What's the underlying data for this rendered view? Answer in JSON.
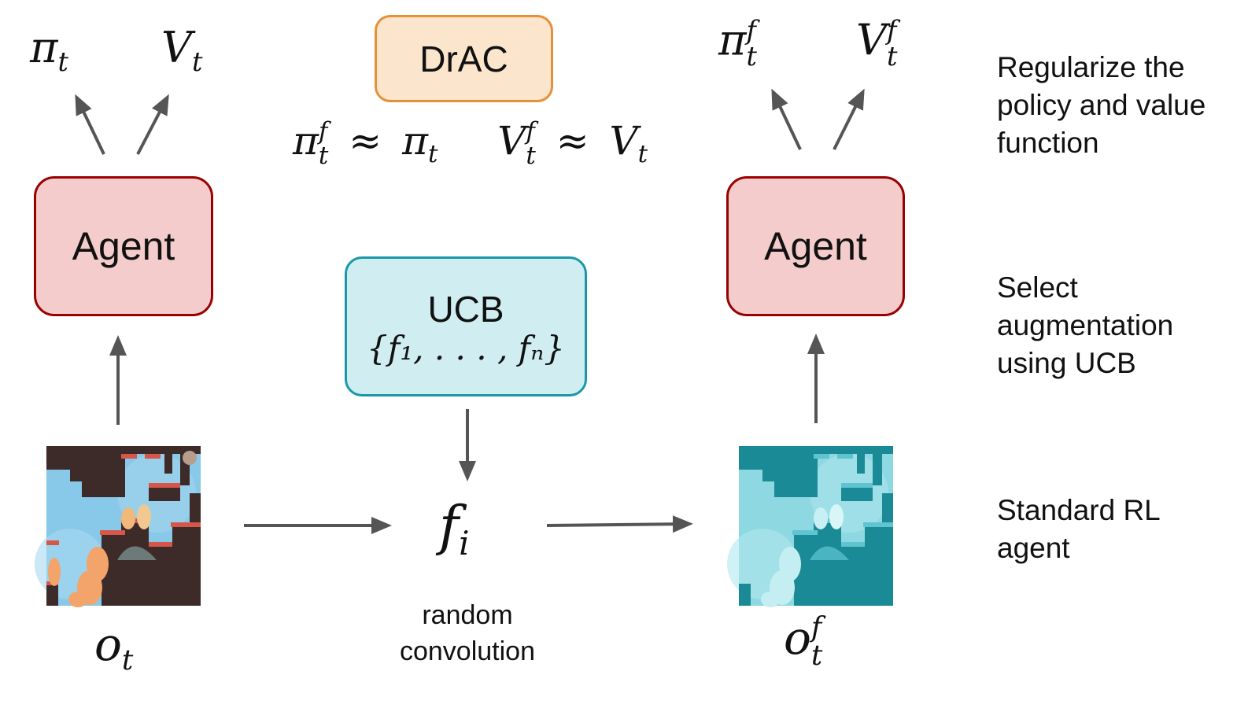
{
  "top_box": {
    "label": "DrAC"
  },
  "left_agent": {
    "label": "Agent",
    "pi": "π",
    "v": "V",
    "t": "t"
  },
  "right_agent": {
    "label": "Agent",
    "pi": "π",
    "v": "V",
    "t": "t",
    "f": "f"
  },
  "regularization": {
    "pi": "π",
    "v": "V",
    "t": "t",
    "f": "f",
    "approx": "≈"
  },
  "ucb_box": {
    "title": "UCB",
    "set": "{f₁, . . . , fₙ}"
  },
  "transform": {
    "f": "f",
    "i": "i",
    "caption_line1": "random",
    "caption_line2": "convolution"
  },
  "observations": {
    "left": "o",
    "right": "o",
    "t": "t",
    "f": "f"
  },
  "side_labels": {
    "regularize": [
      "Regularize the",
      "policy and value",
      "function"
    ],
    "select": [
      "Select",
      "augmentation",
      "using UCB"
    ],
    "standard": [
      "Standard RL",
      "agent"
    ]
  },
  "colors": {
    "agent_fill": "#f4cccc",
    "agent_border": "#990000",
    "drac_fill": "#fce5cd",
    "drac_border": "#e69138",
    "ucb_fill": "#d0eef2",
    "ucb_border": "#1b98a8",
    "arrow": "#555555"
  }
}
